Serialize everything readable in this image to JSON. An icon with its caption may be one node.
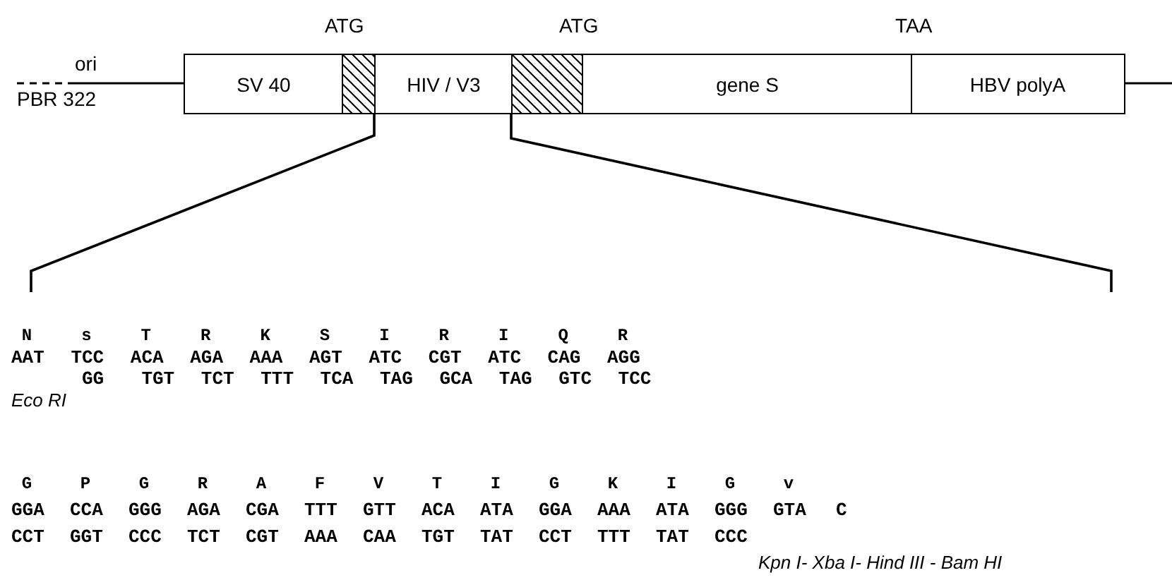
{
  "diagram": {
    "nodes": [
      {
        "text": [
          "SV 40"
        ]
      },
      {
        "text": [],
        "shape": "box"
      },
      {
        "text": [
          "HIV / V3"
        ]
      },
      {
        "text": [],
        "shape": "box"
      },
      {
        "text": [
          "gene S"
        ]
      },
      {
        "text": [
          "HBV polyA"
        ]
      }
    ],
    "labels": [
      "ATG",
      "ATG",
      "TAA",
      "ori",
      "PBR 322",
      "N",
      "s",
      "T",
      "R",
      "K",
      "S",
      "I",
      "R",
      "I",
      "Q",
      "R",
      "AAT",
      "TCC",
      "ACA",
      "AGA",
      "AAA",
      "AGT",
      "ATC",
      "CGT",
      "ATC",
      "CAG",
      "AGG",
      "GG",
      "TGT",
      "TCT",
      "TTT",
      "TCA",
      "TAG",
      "GCA",
      "TAG",
      "GTC",
      "TCC",
      "Eco RI",
      "G",
      "P",
      "G",
      "R",
      "A",
      "F",
      "V",
      "T",
      "I",
      "G",
      "K",
      "I",
      "G",
      "v",
      "GGA",
      "CCA",
      "GGG",
      "AGA",
      "CGA",
      "TTT",
      "GTT",
      "ACA",
      "ATA",
      "GGA",
      "AAA",
      "ATA",
      "GGG",
      "GTA",
      "C",
      "CCT",
      "GGT",
      "CCC",
      "TCT",
      "CGT",
      "AAA",
      "CAA",
      "TGT",
      "TAT",
      "CCT",
      "TTT",
      "TAT",
      "CCC",
      "Kpn I- Xba I- Hind III - Bam HI"
    ]
  }
}
